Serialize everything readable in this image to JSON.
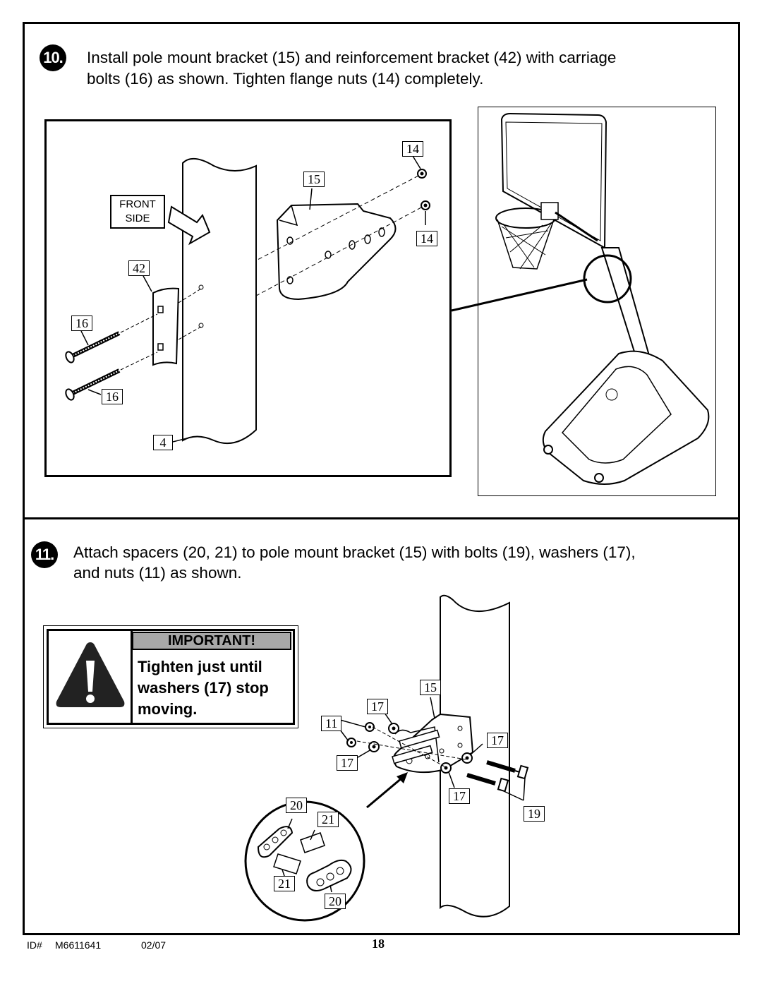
{
  "step10": {
    "number": "10.",
    "text_line1": "Install pole mount bracket (15) and reinforcement bracket (42) with carriage",
    "text_line2": "bolts (16) as shown.  Tighten flange nuts (14) completely.",
    "front_side_line1": "FRONT",
    "front_side_line2": "SIDE",
    "callouts": {
      "c14a": "14",
      "c15": "15",
      "c14b": "14",
      "c42": "42",
      "c16a": "16",
      "c16b": "16",
      "c4": "4"
    }
  },
  "step11": {
    "number": "11.",
    "text_line1": "Attach spacers (20, 21) to pole mount bracket (15) with bolts (19), washers (17),",
    "text_line2": "and nuts (11) as shown.",
    "important": {
      "header": "IMPORTANT!",
      "line1": "Tighten just until",
      "line2": "washers (17) stop",
      "line3": "moving."
    },
    "callouts": {
      "c15": "15",
      "c17a": "17",
      "c11": "11",
      "c17b": "17",
      "c17c": "17",
      "c17d": "17",
      "c19": "19",
      "c20a": "20",
      "c21a": "21",
      "c21b": "21",
      "c20b": "20"
    }
  },
  "footer": {
    "id_label": "ID#",
    "id_value": "M6611641",
    "date": "02/07",
    "page": "18"
  }
}
